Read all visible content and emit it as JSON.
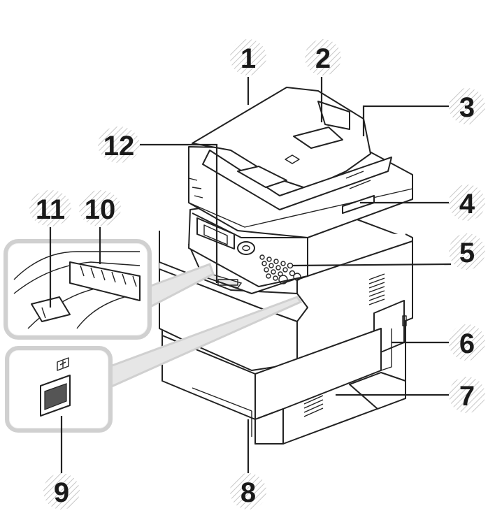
{
  "callouts": [
    {
      "id": "1",
      "label": "1"
    },
    {
      "id": "2",
      "label": "2"
    },
    {
      "id": "3",
      "label": "3"
    },
    {
      "id": "4",
      "label": "4"
    },
    {
      "id": "5",
      "label": "5"
    },
    {
      "id": "6",
      "label": "6"
    },
    {
      "id": "7",
      "label": "7"
    },
    {
      "id": "8",
      "label": "8"
    },
    {
      "id": "9",
      "label": "9"
    },
    {
      "id": "10",
      "label": "10"
    },
    {
      "id": "11",
      "label": "11"
    },
    {
      "id": "12",
      "label": "12"
    }
  ],
  "icons": {
    "usb": "usb-icon",
    "printer": "printer-illustration"
  },
  "colors": {
    "line": "#222222",
    "inset_frame": "#d0d0d0",
    "inset_fill": "#f2f2f2"
  }
}
